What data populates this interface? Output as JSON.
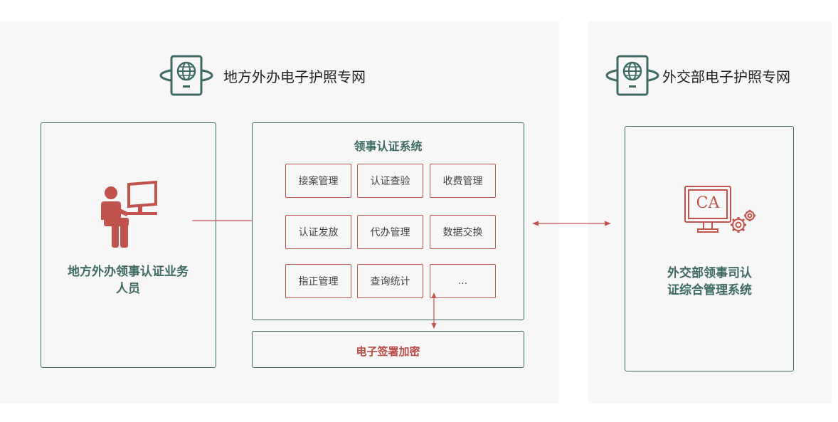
{
  "left_network": {
    "title": "地方外办电子护照专网",
    "personnel_label": "地方外办领事认证业务人员",
    "system": {
      "title": "领事认证系统",
      "modules": [
        "接案管理",
        "认证查验",
        "收费管理",
        "认证发放",
        "代办管理",
        "数据交换",
        "指正管理",
        "查询统计",
        "..."
      ]
    },
    "signature": "电子签署加密"
  },
  "right_network": {
    "title": "外交部电子护照专网",
    "system_label": "外交部领事司认证综合管理系统",
    "ca_text": "CA"
  },
  "colors": {
    "accent_dark": "#3e6a64",
    "accent_red": "#b94a44",
    "panel_bg": "#f7f7f7"
  },
  "icons": [
    "passport-globe-icon",
    "person-at-computer-icon",
    "ca-monitor-gear-icon"
  ]
}
